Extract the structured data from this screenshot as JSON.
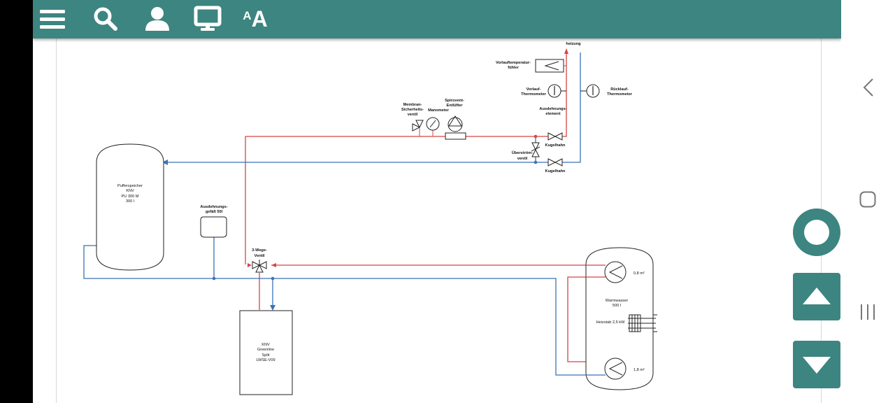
{
  "toolbar": {
    "icons": [
      "menu-icon",
      "search-icon",
      "user-icon",
      "monitor-icon",
      "text-size-icon"
    ],
    "text_size_small": "A",
    "text_size_big": "A",
    "color": "#3d8580"
  },
  "diagram": {
    "labels": {
      "heizung_top": "heizung",
      "vorlauftemp_1": "Vorlauftemperatur-",
      "vorlauftemp_2": "fühler",
      "vorlauf_thermo_1": "Vorlauf-",
      "vorlauf_thermo_2": "Thermometer",
      "ruecklauf_thermo_1": "Rücklauf-",
      "ruecklauf_thermo_2": "Thermometer",
      "ausdehnung_element_1": "Ausdehnungs-",
      "ausdehnung_element_2": "element",
      "membran_1": "Membran-",
      "membran_2": "Sicherheits-",
      "membran_3": "ventil",
      "manometer": "Manometer",
      "spirovent_1": "Spirovent-",
      "spirovent_2": "Entlüfter",
      "kugelhahn_1": "Kugelhahn",
      "kugelhahn_2": "Kugelhahn",
      "ueberstroem_1": "Überström-",
      "ueberstroem_2": "ventil",
      "puffer_1": "Pufferspeicher",
      "puffer_2": "KNV",
      "puffer_3": "PU 300 M",
      "puffer_4": "300 l",
      "ausdehnung_gefaess_1": "Ausdehnungs-",
      "ausdehnung_gefaess_2": "gefäß 50l",
      "dreiwege_1": "3-Wege-",
      "dreiwege_2": "Ventil",
      "knv_1": "KNV",
      "knv_2": "Greenline",
      "knv_3": "Split",
      "knv_4": "LWSE-V09",
      "warmwasser_1": "Warmwasser",
      "warmwasser_2": "500 l",
      "heizstab": "Heizstab 2,5 kW",
      "area_top": "0,8 m²",
      "area_bottom": "1,8 m²"
    },
    "colors": {
      "supply": "#d64545",
      "return": "#3a72b8",
      "outline": "#222222"
    }
  },
  "system_nav": {
    "icons": [
      "back-icon",
      "home-icon",
      "recent-apps-icon"
    ]
  },
  "fabs": {
    "icons": [
      "record-circle-icon",
      "arrow-up-icon",
      "arrow-down-icon"
    ]
  }
}
